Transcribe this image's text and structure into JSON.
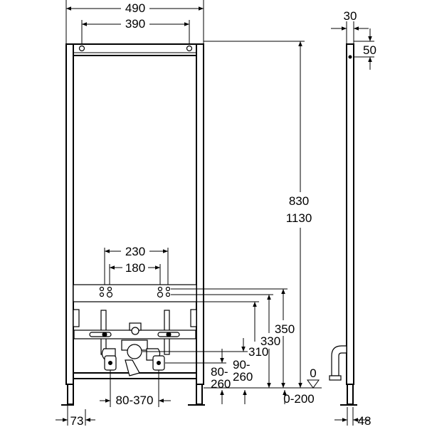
{
  "title": "Bidet installation frame - dimensions",
  "front_view": {
    "overall_width": "490",
    "mounting_holes_spacing": "390",
    "connection_spacing_outer": "230",
    "connection_spacing_inner": "180",
    "height_label_1": "830",
    "height_label_2": "1130",
    "supply_height_350": "350",
    "supply_height_330": "330",
    "drain_height_310": "310",
    "drain_range_a_top": "80-",
    "drain_range_a_bottom": "260",
    "drain_range_b_top": "90-",
    "drain_range_b_bottom": "260",
    "drain_offset": "80-370",
    "foot_width": "73",
    "floor_level": "0",
    "floor_adjust": "0-200"
  },
  "side_view": {
    "frame_depth": "30",
    "top_hole_offset": "50",
    "foot_depth": "48"
  }
}
